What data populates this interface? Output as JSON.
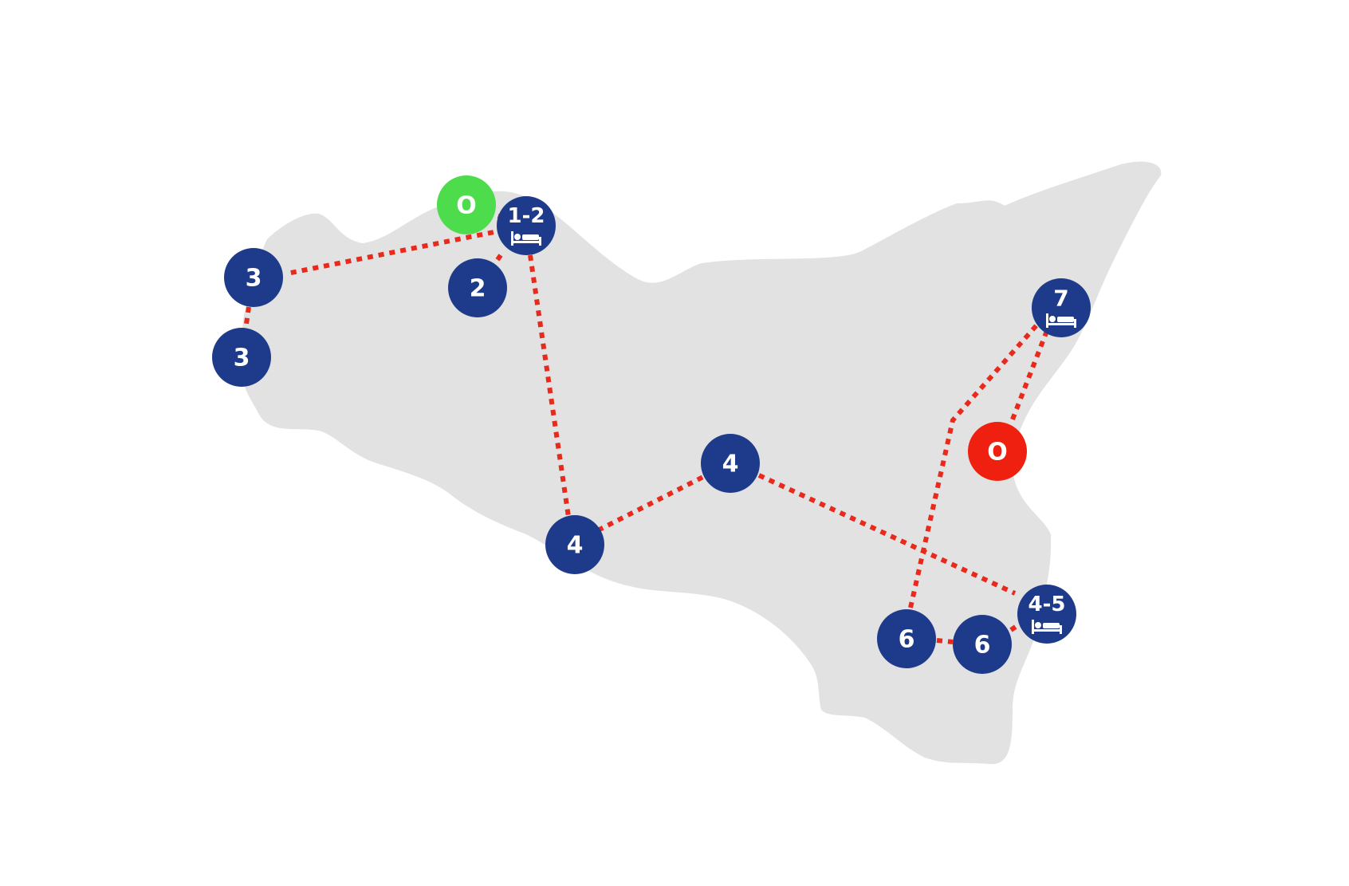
{
  "map": {
    "island": "Sicily",
    "colors": {
      "land": "#e2e2e2",
      "background": "#ffffff",
      "stop_marker": "#1e3a8a",
      "route_line": "#e8291c",
      "start_marker": "#4cdc4c",
      "end_marker": "#ef2010",
      "marker_text": "#ffffff"
    },
    "start": {
      "label": "O",
      "marker": "green-circle"
    },
    "end": {
      "label": "O",
      "marker": "red-circle"
    },
    "stops": [
      {
        "id": "palermo",
        "label": "1-2",
        "overnight": true,
        "icon": "bed-icon"
      },
      {
        "id": "monreale",
        "label": "2",
        "overnight": false
      },
      {
        "id": "west-a",
        "label": "3",
        "overnight": false
      },
      {
        "id": "west-b",
        "label": "3",
        "overnight": false
      },
      {
        "id": "south-a",
        "label": "4",
        "overnight": false
      },
      {
        "id": "center",
        "label": "4",
        "overnight": false
      },
      {
        "id": "southeast",
        "label": "4-5",
        "overnight": true,
        "icon": "bed-icon"
      },
      {
        "id": "south-b",
        "label": "6",
        "overnight": false
      },
      {
        "id": "south-c",
        "label": "6",
        "overnight": false
      },
      {
        "id": "northeast",
        "label": "7",
        "overnight": true,
        "icon": "bed-icon"
      }
    ],
    "route_order": [
      "start",
      "palermo",
      "monreale",
      "west-a",
      "west-b",
      "south-a",
      "center",
      "southeast",
      "south-c",
      "south-b",
      "northeast",
      "end"
    ]
  }
}
